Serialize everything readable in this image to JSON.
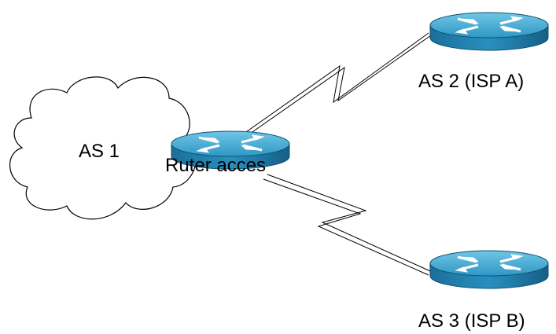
{
  "labels": {
    "as1": "AS 1",
    "access_router": "Ruter acces",
    "isp_a": "AS 2 (ISP A)",
    "isp_b": "AS 3 (ISP B)"
  },
  "colors": {
    "router_top": "#4db3d8",
    "router_side": "#1a6f9a",
    "router_arrows": "#ffffff",
    "cloud_fill": "#ffffff",
    "line": "#000000"
  }
}
